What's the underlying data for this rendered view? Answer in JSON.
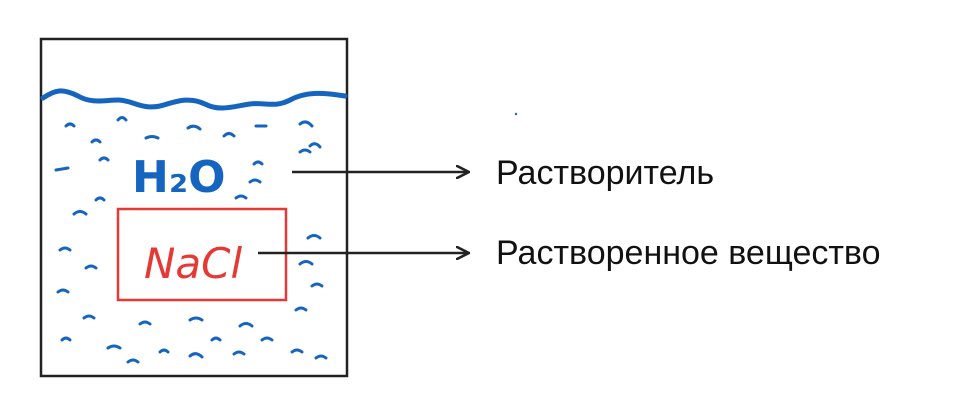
{
  "diagram": {
    "beaker_label": "H₂O",
    "solute_label": "NaCl",
    "labels": {
      "solvent": "Растворитель",
      "solute": "Растворенное вещество"
    },
    "colors": {
      "water": "#1565c0",
      "solute_box": "#e53935",
      "solute_text": "#e53935",
      "outline": "#222222",
      "arrow": "#222222"
    }
  }
}
